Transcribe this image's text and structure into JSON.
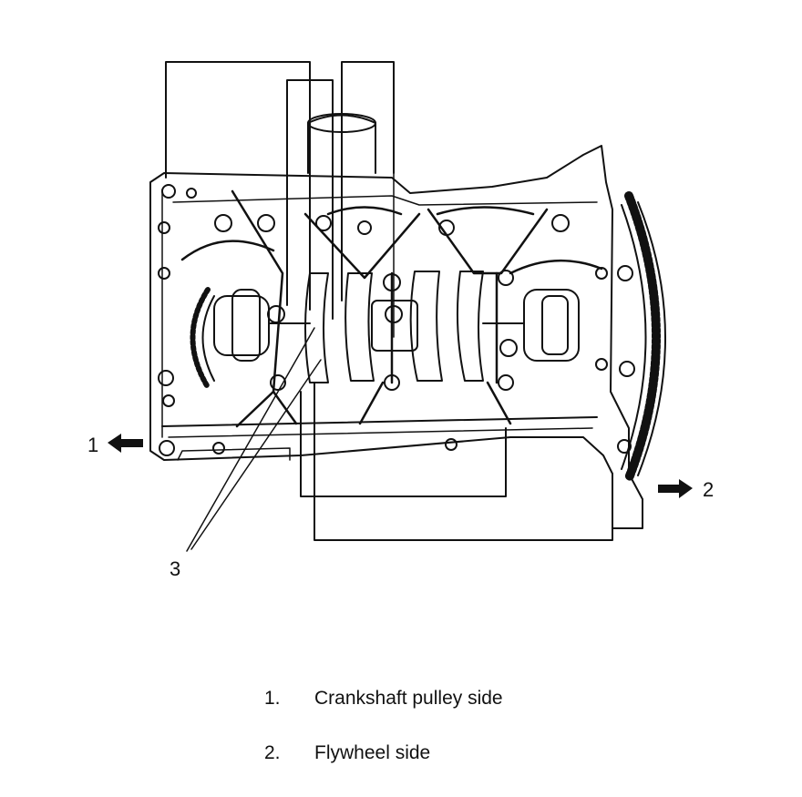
{
  "callouts": {
    "c1": "1",
    "c2": "2",
    "c3": "3"
  },
  "legend": [
    {
      "number": "1.",
      "text": "Crankshaft pulley side"
    },
    {
      "number": "2.",
      "text": "Flywheel side"
    }
  ]
}
